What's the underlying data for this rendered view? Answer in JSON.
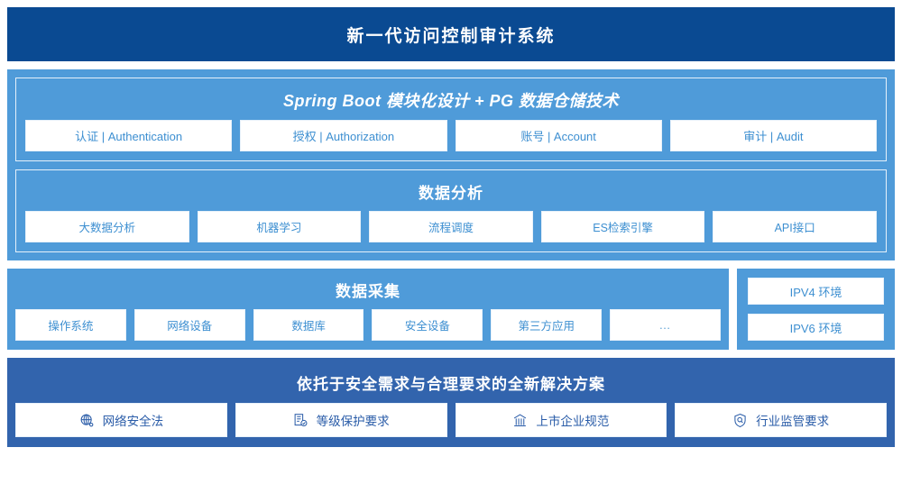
{
  "header": {
    "title": "新一代访问控制审计系统"
  },
  "app_layer": {
    "groups": [
      {
        "title": "Spring Boot 模块化设计 + PG 数据仓储技术",
        "items": [
          {
            "label": "认证 | Authentication"
          },
          {
            "label": "授权 | Authorization"
          },
          {
            "label": "账号 | Account"
          },
          {
            "label": "审计 | Audit"
          }
        ]
      },
      {
        "title": "数据分析",
        "items": [
          {
            "label": "大数据分析"
          },
          {
            "label": "机器学习"
          },
          {
            "label": "流程调度"
          },
          {
            "label": "ES检索引擎"
          },
          {
            "label": "API接口"
          }
        ]
      }
    ]
  },
  "collect_layer": {
    "title": "数据采集",
    "items": [
      {
        "label": "操作系统"
      },
      {
        "label": "网络设备"
      },
      {
        "label": "数据库"
      },
      {
        "label": "安全设备"
      },
      {
        "label": "第三方应用"
      },
      {
        "label": "…"
      }
    ],
    "environments": [
      {
        "label": "IPV4 环境"
      },
      {
        "label": "IPV6 环境"
      }
    ]
  },
  "compliance_layer": {
    "title": "依托于安全需求与合理要求的全新解决方案",
    "items": [
      {
        "label": "网络安全法",
        "icon": "globe-network-icon"
      },
      {
        "label": "等级保护要求",
        "icon": "document-check-icon"
      },
      {
        "label": "上市企业规范",
        "icon": "bank-building-icon"
      },
      {
        "label": "行业监管要求",
        "icon": "shield-search-icon"
      }
    ]
  },
  "colors": {
    "header_navy": "#0a4a92",
    "panel_light_blue": "#4f9bd9",
    "panel_mid_blue": "#3264ad",
    "cell_text_blue": "#3d8fd1",
    "compliance_text_blue": "#2a5ca8"
  }
}
